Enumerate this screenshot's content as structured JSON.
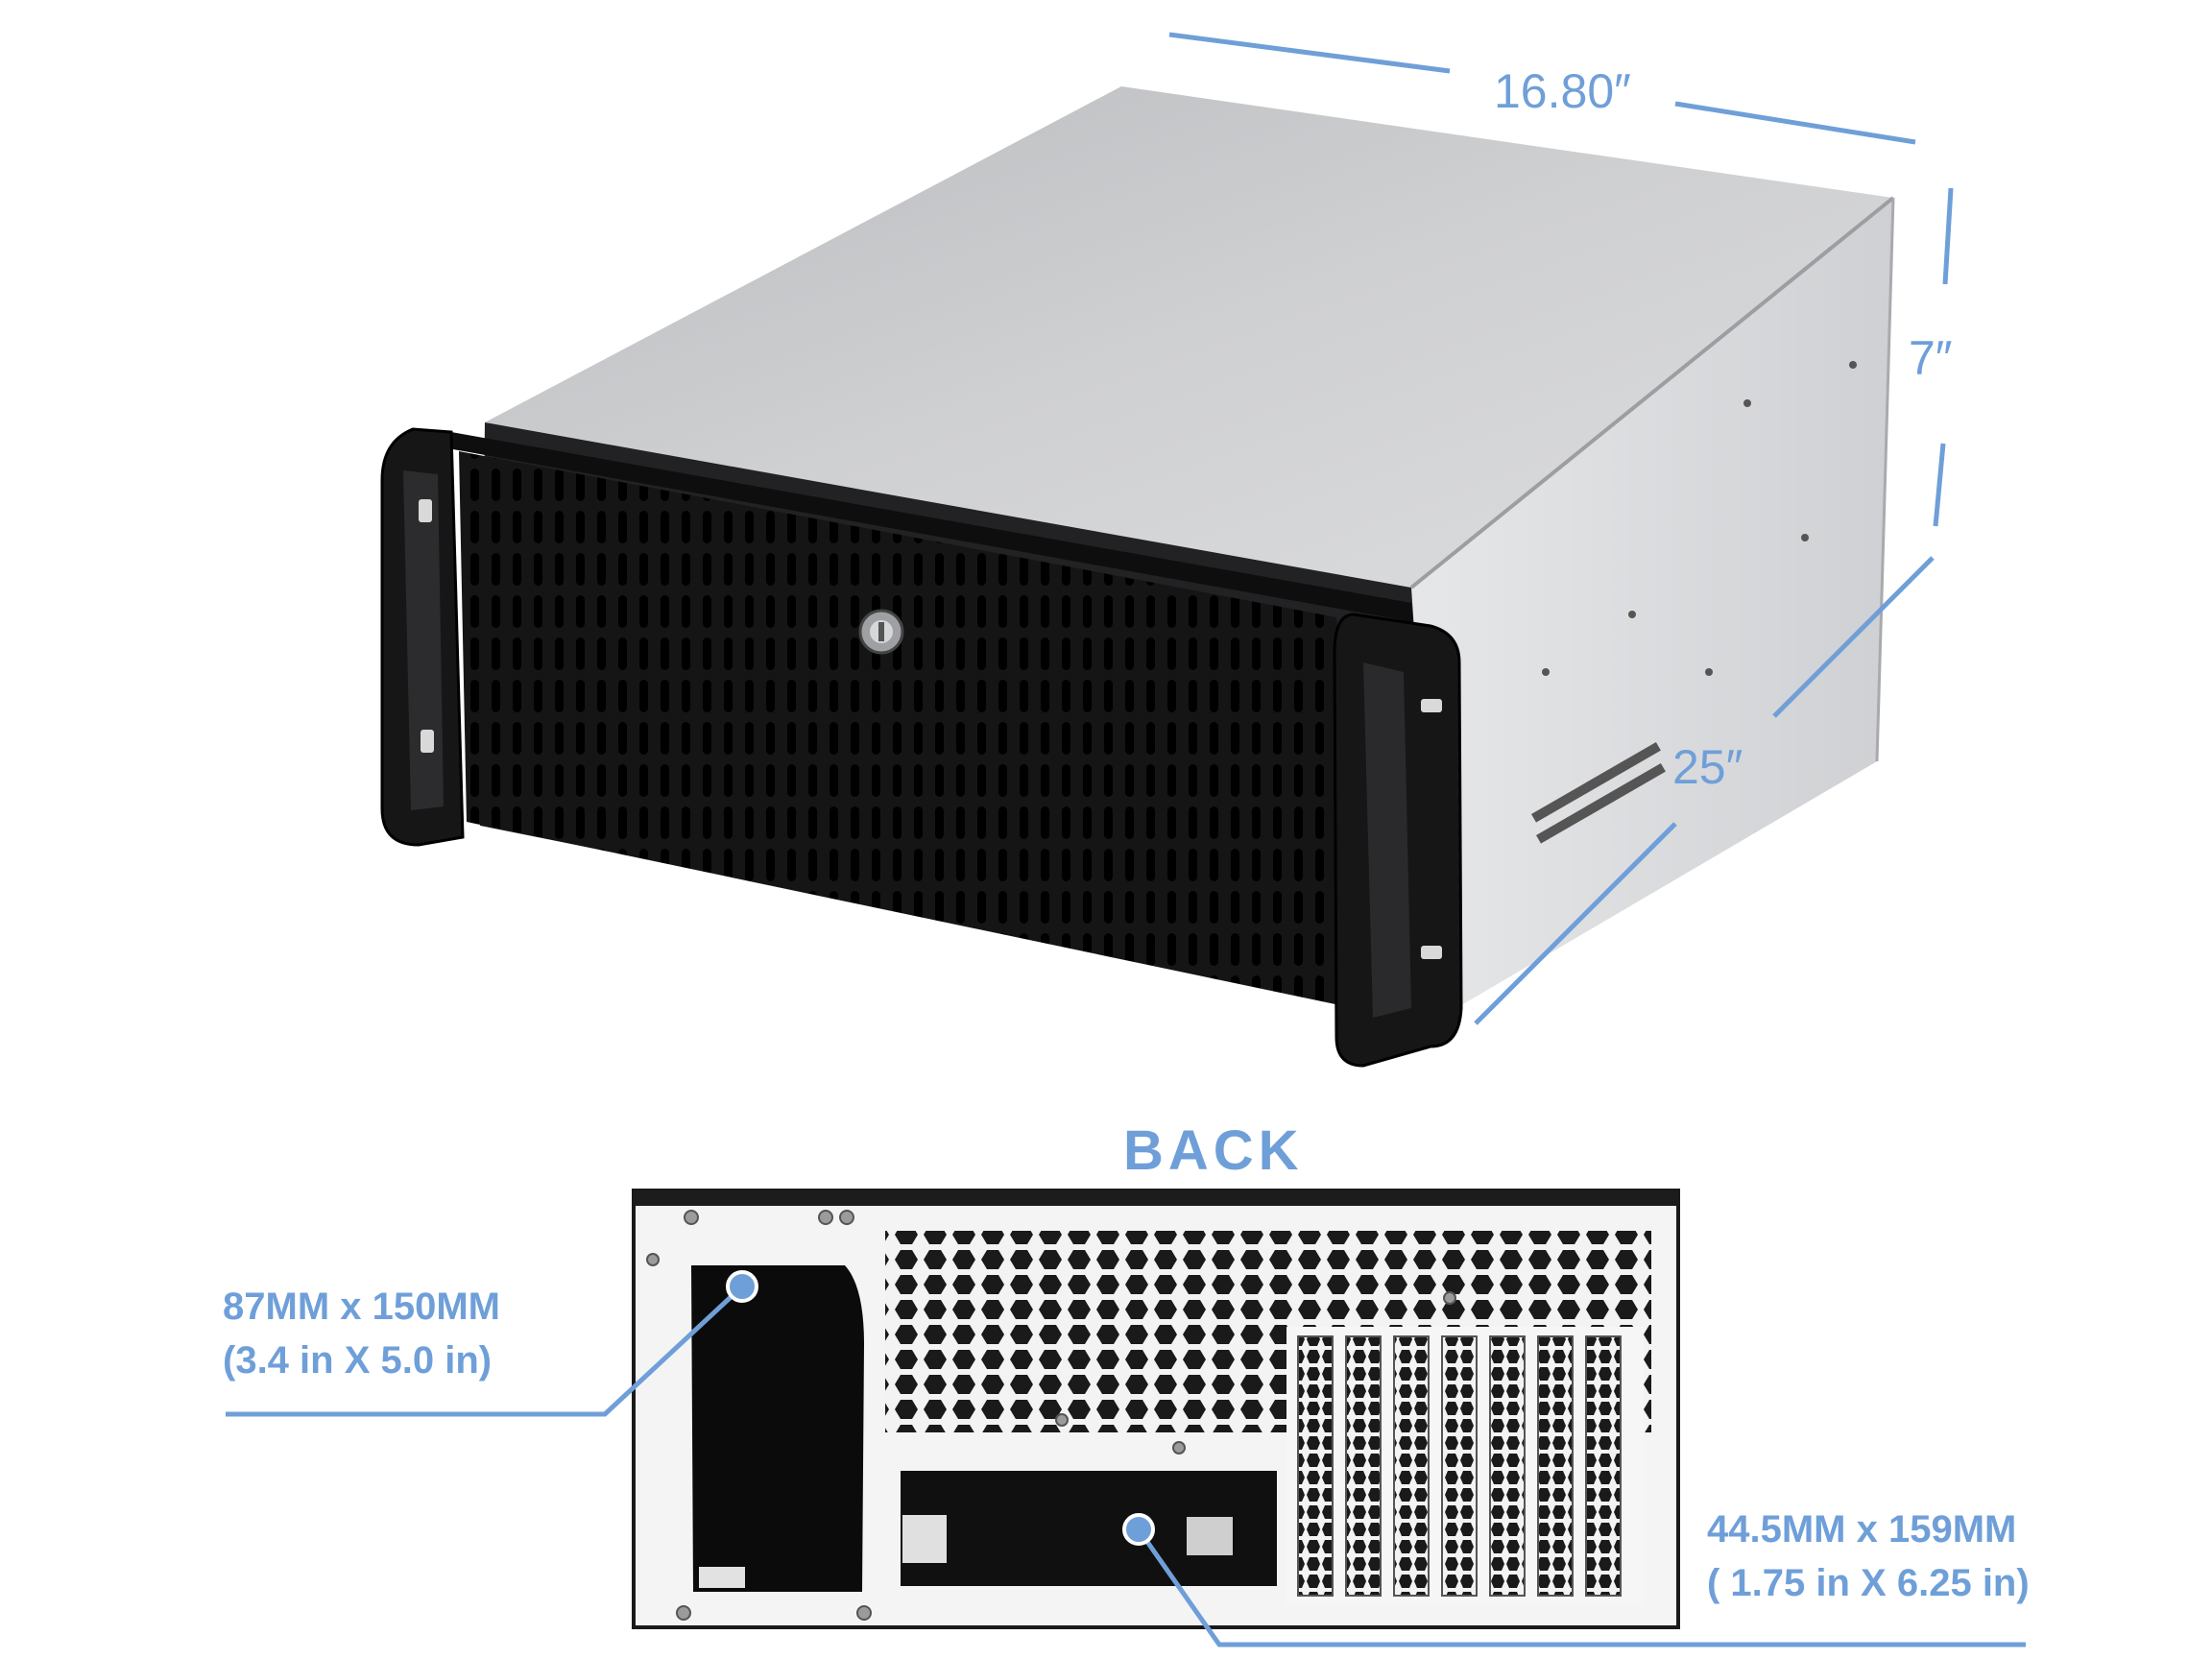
{
  "dimensions": {
    "width": "16.80″",
    "height": "7″",
    "depth": "25″"
  },
  "back_view": {
    "title": "BACK",
    "psu_callout": {
      "line1": "87MM  x  150MM",
      "line2": "(3.4 in  X  5.0 in)"
    },
    "slot_callout": {
      "line1": "44.5MM  x  159MM",
      "line2": "( 1.75 in  X  6.25 in)"
    }
  },
  "colors": {
    "accent": "#6f9fd8",
    "chassis_top": "#c9cacc",
    "chassis_side": "#dadbdd",
    "front_panel": "#1d1d1f",
    "back_panel": "#f4f4f4"
  }
}
